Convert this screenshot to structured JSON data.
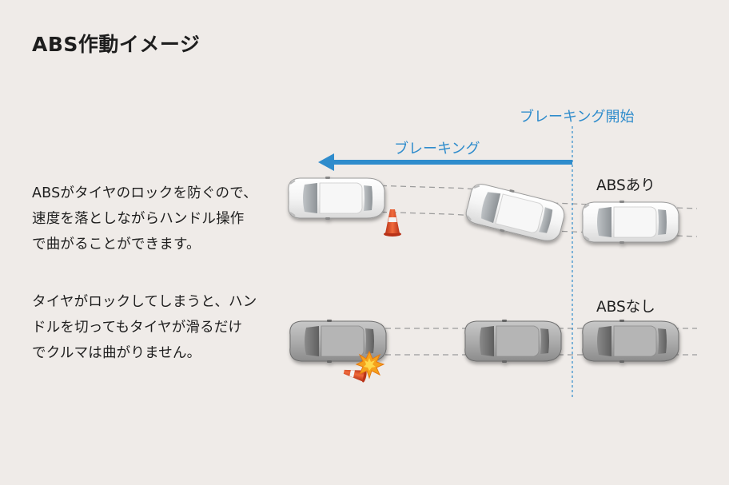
{
  "title": "ABS作動イメージ",
  "description_abs_on": [
    "ABSがタイヤのロックを防ぐので、",
    "速度を落としながらハンドル操作",
    "で曲がることができます。"
  ],
  "description_abs_off": [
    "タイヤがロックしてしまうと、ハン",
    "ドルを切ってもタイヤが滑るだけ",
    "でクルマは曲がりません。"
  ],
  "braking_start_label": "ブレーキング開始",
  "braking_label": "ブレーキング",
  "row_abs_on_label": "ABSあり",
  "row_abs_off_label": "ABSなし",
  "colors": {
    "accent_blue": "#2f8ccc",
    "background": "#efebe8",
    "cone_orange": "#e0502a",
    "car_white": "#f2f2f2",
    "car_gray": "#a9a9a9"
  },
  "icons": [
    "car-icon",
    "traffic-cone-icon",
    "impact-burst-icon"
  ]
}
